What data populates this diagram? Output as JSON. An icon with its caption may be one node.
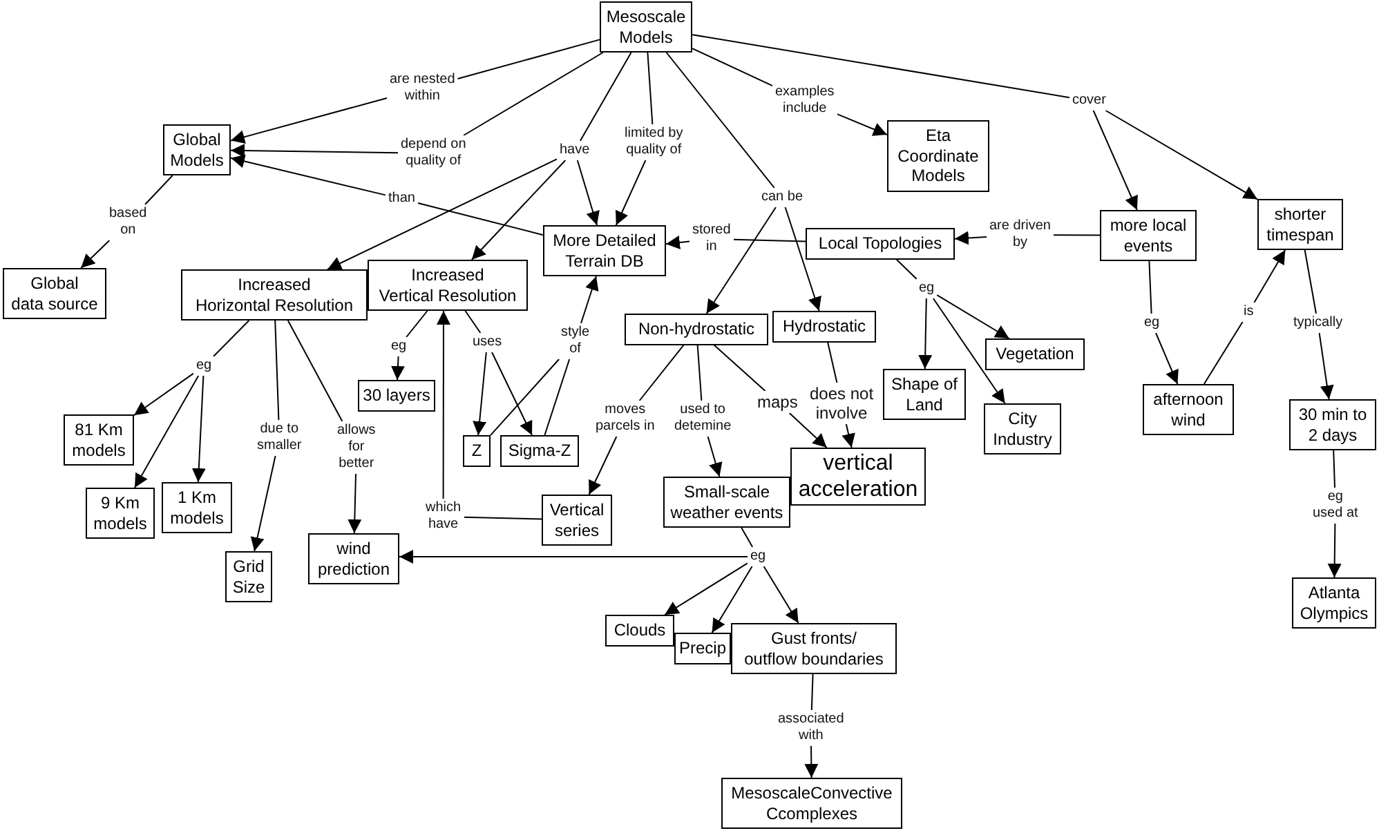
{
  "diagram": {
    "nodes": [
      {
        "text": [
          "Mesoscale Models"
        ]
      },
      {
        "text": [
          "are nested within"
        ]
      },
      {
        "text": [
          "examples include"
        ]
      },
      {
        "text": [
          "cover"
        ]
      },
      {
        "text": [
          "Eta Coordinate Models"
        ]
      },
      {
        "text": [
          "Global Models"
        ]
      },
      {
        "text": [
          "depend on quality of"
        ]
      },
      {
        "text": [
          "have"
        ]
      },
      {
        "text": [
          "limited by quality of"
        ]
      },
      {
        "text": [
          "than"
        ]
      },
      {
        "text": [
          "can be"
        ]
      },
      {
        "text": [
          "shorter timespan"
        ]
      },
      {
        "text": [
          "more local events"
        ]
      },
      {
        "text": [
          "are driven by"
        ]
      },
      {
        "text": [
          "Local Topologies"
        ]
      },
      {
        "text": [
          "stored in"
        ]
      },
      {
        "text": [
          "More Detailed Terrain DB"
        ]
      },
      {
        "text": [
          "based on"
        ]
      },
      {
        "text": [
          "Global data source"
        ]
      },
      {
        "text": [
          "Increased Horizontal Resolution"
        ]
      },
      {
        "text": [
          "Increased Vertical Resolution"
        ]
      },
      {
        "text": [
          "Hydrostatic"
        ]
      },
      {
        "text": [
          "Non-hydrostatic"
        ]
      },
      {
        "text": [
          "eg"
        ]
      },
      {
        "text": [
          "is"
        ]
      },
      {
        "text": [
          "eg"
        ]
      },
      {
        "text": [
          "typically"
        ]
      },
      {
        "text": [
          "Vegetation"
        ]
      },
      {
        "text": [
          "style of"
        ]
      },
      {
        "text": [
          "uses"
        ]
      },
      {
        "text": [
          "eg"
        ]
      },
      {
        "text": [
          "eg"
        ]
      },
      {
        "text": [
          "Shape of Land"
        ]
      },
      {
        "text": [
          "30 layers"
        ]
      },
      {
        "text": [
          "afternoon wind"
        ]
      },
      {
        "text": [
          "maps"
        ]
      },
      {
        "text": [
          "does not involve"
        ]
      },
      {
        "text": [
          "City Industry"
        ]
      },
      {
        "text": [
          "30 min to 2 days"
        ]
      },
      {
        "text": [
          "81 Km models"
        ]
      },
      {
        "text": [
          "moves parcels in"
        ]
      },
      {
        "text": [
          "used to detemine"
        ]
      },
      {
        "text": [
          "Z"
        ]
      },
      {
        "text": [
          "Sigma-Z"
        ]
      },
      {
        "text": [
          "due to smaller"
        ]
      },
      {
        "text": [
          "allows for better"
        ]
      },
      {
        "text": [
          "vertical acceleration"
        ]
      },
      {
        "text": [
          "Small-scale weather events"
        ]
      },
      {
        "text": [
          "1 Km models"
        ]
      },
      {
        "text": [
          "9 Km models"
        ]
      },
      {
        "text": [
          "Vertical series"
        ]
      },
      {
        "text": [
          "eg used at"
        ]
      },
      {
        "text": [
          "which have"
        ]
      },
      {
        "text": [
          "wind prediction"
        ]
      },
      {
        "text": [
          "Grid Size"
        ]
      },
      {
        "text": [
          "eg"
        ]
      },
      {
        "text": [
          "Atlanta Olympics"
        ]
      },
      {
        "text": [
          "Clouds"
        ]
      },
      {
        "text": [
          "Gust fronts/ outflow boundaries"
        ]
      },
      {
        "text": [
          "Precip"
        ]
      },
      {
        "text": [
          "associated with"
        ]
      },
      {
        "text": [
          "MesoscaleConvective Ccomplexes"
        ]
      }
    ],
    "edges": [
      {
        "from": 0,
        "to": 1,
        "arrow": "none"
      },
      {
        "from": 1,
        "to": 5,
        "arrow": "to"
      },
      {
        "from": 0,
        "to": 6,
        "arrow": "none"
      },
      {
        "from": 6,
        "to": 5,
        "arrow": "to"
      },
      {
        "from": 0,
        "to": 7,
        "arrow": "none"
      },
      {
        "from": 7,
        "to": 19,
        "arrow": "to"
      },
      {
        "from": 7,
        "to": 20,
        "arrow": "to"
      },
      {
        "from": 7,
        "to": 16,
        "arrow": "to"
      },
      {
        "from": 0,
        "to": 8,
        "arrow": "none"
      },
      {
        "from": 8,
        "to": 16,
        "arrow": "to"
      },
      {
        "from": 0,
        "to": 2,
        "arrow": "none"
      },
      {
        "from": 2,
        "to": 4,
        "arrow": "to"
      },
      {
        "from": 0,
        "to": 10,
        "arrow": "none"
      },
      {
        "from": 10,
        "to": 22,
        "arrow": "to"
      },
      {
        "from": 10,
        "to": 21,
        "arrow": "to"
      },
      {
        "from": 0,
        "to": 3,
        "arrow": "none"
      },
      {
        "from": 3,
        "to": 12,
        "arrow": "to"
      },
      {
        "from": 3,
        "to": 11,
        "arrow": "to"
      },
      {
        "from": 16,
        "to": 9,
        "arrow": "none"
      },
      {
        "from": 9,
        "to": 5,
        "arrow": "to"
      },
      {
        "from": 5,
        "to": 17,
        "arrow": "none"
      },
      {
        "from": 17,
        "to": 18,
        "arrow": "to"
      },
      {
        "from": 12,
        "to": 13,
        "arrow": "none"
      },
      {
        "from": 13,
        "to": 14,
        "arrow": "to"
      },
      {
        "from": 14,
        "to": 15,
        "arrow": "none"
      },
      {
        "from": 15,
        "to": 16,
        "arrow": "to"
      },
      {
        "from": 14,
        "to": 23,
        "arrow": "none"
      },
      {
        "from": 23,
        "to": 32,
        "arrow": "to"
      },
      {
        "from": 23,
        "to": 27,
        "arrow": "to"
      },
      {
        "from": 23,
        "to": 37,
        "arrow": "to"
      },
      {
        "from": 12,
        "to": 25,
        "arrow": "none"
      },
      {
        "from": 25,
        "to": 34,
        "arrow": "to"
      },
      {
        "from": 34,
        "to": 24,
        "arrow": "none"
      },
      {
        "from": 24,
        "to": 11,
        "arrow": "to"
      },
      {
        "from": 11,
        "to": 26,
        "arrow": "none"
      },
      {
        "from": 26,
        "to": 38,
        "arrow": "to"
      },
      {
        "from": 38,
        "to": 51,
        "arrow": "none"
      },
      {
        "from": 51,
        "to": 56,
        "arrow": "to"
      },
      {
        "from": 19,
        "to": 31,
        "arrow": "none"
      },
      {
        "from": 31,
        "to": 39,
        "arrow": "to"
      },
      {
        "from": 31,
        "to": 49,
        "arrow": "to"
      },
      {
        "from": 31,
        "to": 48,
        "arrow": "to"
      },
      {
        "from": 19,
        "to": 44,
        "arrow": "none"
      },
      {
        "from": 44,
        "to": 54,
        "arrow": "to"
      },
      {
        "from": 19,
        "to": 45,
        "arrow": "none"
      },
      {
        "from": 45,
        "to": 53,
        "arrow": "to"
      },
      {
        "from": 20,
        "to": 30,
        "arrow": "none"
      },
      {
        "from": 30,
        "to": 33,
        "arrow": "to"
      },
      {
        "from": 20,
        "to": 29,
        "arrow": "none"
      },
      {
        "from": 29,
        "to": 42,
        "arrow": "to"
      },
      {
        "from": 29,
        "to": 43,
        "arrow": "to"
      },
      {
        "from": 42,
        "to": 28,
        "arrow": "none"
      },
      {
        "from": 43,
        "to": 28,
        "arrow": "none"
      },
      {
        "from": 28,
        "to": 16,
        "arrow": "to"
      },
      {
        "from": 50,
        "to": 52,
        "arrow": "none"
      },
      {
        "from": 52,
        "to": 20,
        "arrow": "to"
      },
      {
        "from": 22,
        "to": 40,
        "arrow": "none"
      },
      {
        "from": 40,
        "to": 50,
        "arrow": "to"
      },
      {
        "from": 22,
        "to": 41,
        "arrow": "none"
      },
      {
        "from": 41,
        "to": 47,
        "arrow": "to"
      },
      {
        "from": 22,
        "to": 35,
        "arrow": "none"
      },
      {
        "from": 35,
        "to": 46,
        "arrow": "to"
      },
      {
        "from": 21,
        "to": 36,
        "arrow": "none"
      },
      {
        "from": 36,
        "to": 46,
        "arrow": "to"
      },
      {
        "from": 47,
        "to": 55,
        "arrow": "none"
      },
      {
        "from": 55,
        "to": 53,
        "arrow": "to"
      },
      {
        "from": 55,
        "to": 57,
        "arrow": "to"
      },
      {
        "from": 55,
        "to": 59,
        "arrow": "to"
      },
      {
        "from": 55,
        "to": 58,
        "arrow": "to"
      },
      {
        "from": 58,
        "to": 60,
        "arrow": "none"
      },
      {
        "from": 60,
        "to": 61,
        "arrow": "to"
      }
    ]
  }
}
